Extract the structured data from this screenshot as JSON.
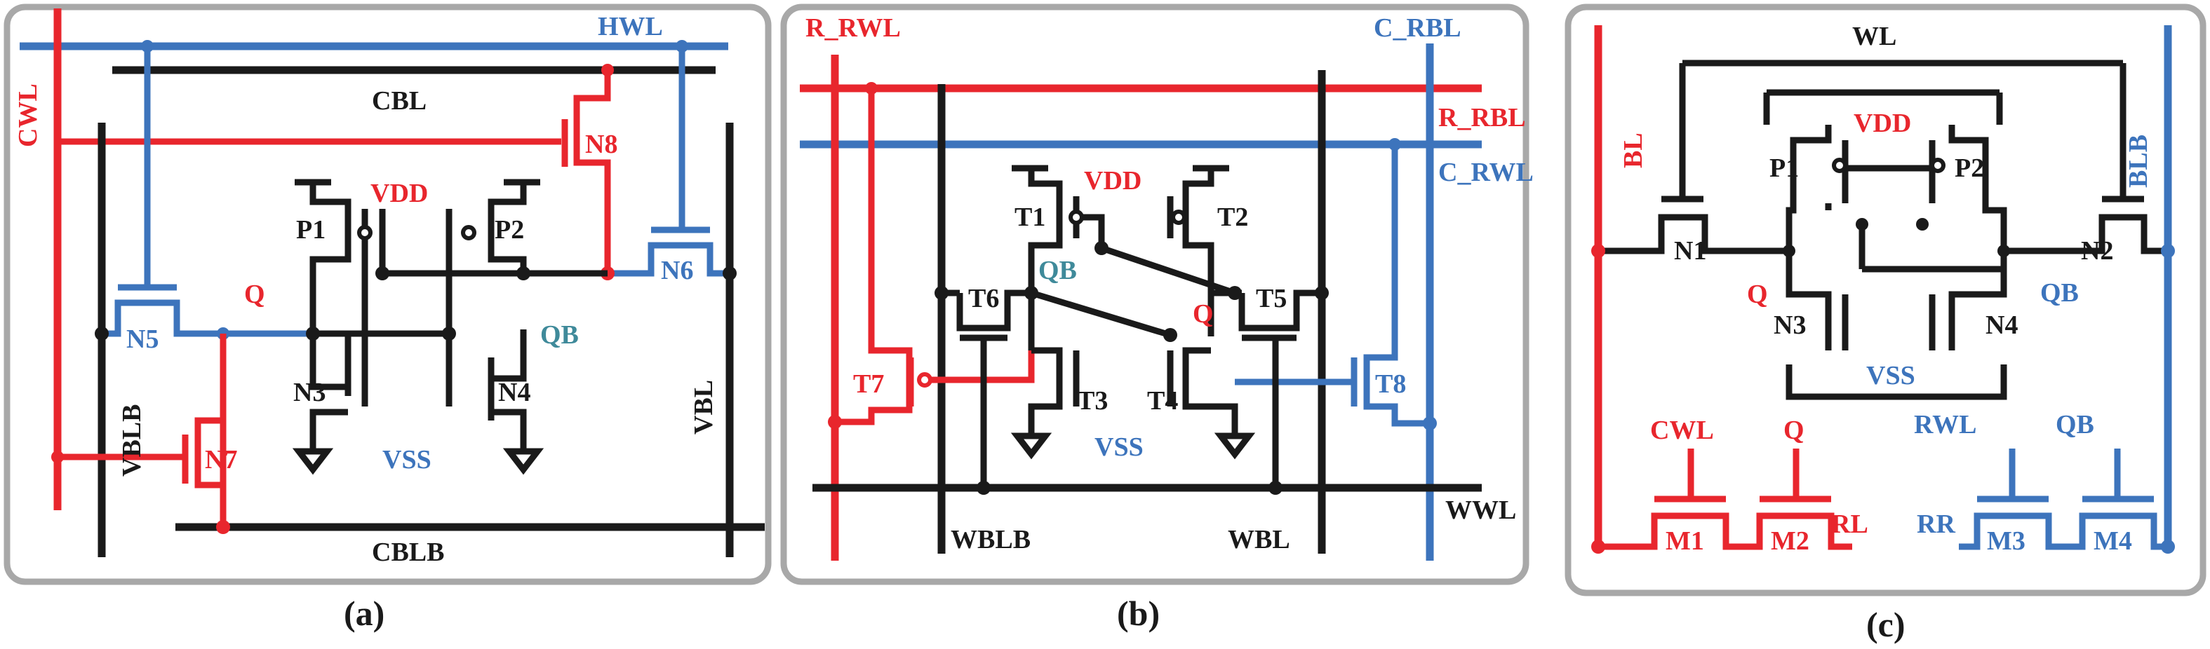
{
  "colors": {
    "red": "#e8262d",
    "blue": "#3d74bc",
    "teal": "#3f8a9a",
    "black": "#1a1a1a",
    "panel_border": "#a8a8a8"
  },
  "panel_a": {
    "caption": "(a)",
    "signals": {
      "cwl": "CWL",
      "hwl": "HWL",
      "cbl": "CBL",
      "cblb": "CBLB",
      "vblb": "VBLB",
      "vbl": "VBL"
    },
    "nodes": {
      "vdd": "VDD",
      "vss": "VSS",
      "q": "Q",
      "qb": "QB"
    },
    "transistors": {
      "p1": "P1",
      "p2": "P2",
      "n3": "N3",
      "n4": "N4",
      "n5": "N5",
      "n6": "N6",
      "n7": "N7",
      "n8": "N8"
    }
  },
  "panel_b": {
    "caption": "(b)",
    "signals": {
      "r_rwl": "R_RWL",
      "c_rbl": "C_RBL",
      "r_rbl": "R_RBL",
      "c_rwl": "C_RWL",
      "wblb": "WBLB",
      "wbl": "WBL",
      "wwl": "WWL"
    },
    "nodes": {
      "vdd": "VDD",
      "vss": "VSS",
      "q": "Q",
      "qb": "QB"
    },
    "transistors": {
      "t1": "T1",
      "t2": "T2",
      "t3": "T3",
      "t4": "T4",
      "t5": "T5",
      "t6": "T6",
      "t7": "T7",
      "t8": "T8"
    }
  },
  "panel_c": {
    "caption": "(c)",
    "signals": {
      "wl": "WL",
      "bl": "BL",
      "blb": "BLB",
      "cwl": "CWL",
      "rwl": "RWL",
      "rl": "RL",
      "rr": "RR"
    },
    "nodes": {
      "vdd": "VDD",
      "vss": "VSS",
      "q": "Q",
      "qb": "QB",
      "q_gate": "Q",
      "qb_gate": "QB"
    },
    "transistors": {
      "p1": "P1",
      "p2": "P2",
      "n1": "N1",
      "n2": "N2",
      "n3": "N3",
      "n4": "N4",
      "m1": "M1",
      "m2": "M2",
      "m3": "M3",
      "m4": "M4"
    }
  }
}
